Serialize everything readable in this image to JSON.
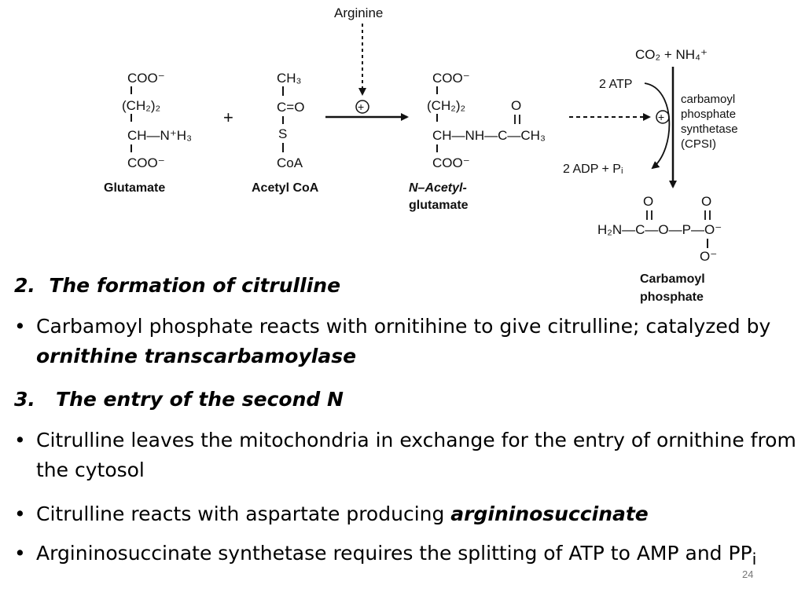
{
  "diagram": {
    "arginine": "Arginine",
    "glutamate": {
      "coo_top": "COO⁻",
      "ch2": "(CH₂)₂",
      "ch_nh3": "CH—N⁺H₃",
      "coo_bot": "COO⁻",
      "name": "Glutamate"
    },
    "plus": "+",
    "acetyl_coa": {
      "ch3": "CH₃",
      "c_o": "C=O",
      "s": "S",
      "coa": "CoA",
      "name": "Acetyl CoA"
    },
    "activator": "+",
    "nag": {
      "coo_top": "COO⁻",
      "ch2": "(CH₂)₂",
      "o": "O",
      "chain": "CH—NH—C—CH₃",
      "coo_bot": "COO⁻",
      "name_line1": "N–Acetyl-",
      "name_line2": "glutamate"
    },
    "co2_nh4": "CO₂ + NH₄⁺",
    "atp": "2 ATP",
    "adp": "2 ADP + Pᵢ",
    "enzyme": [
      "carbamoyl",
      "phosphate",
      "synthetase",
      "(CPSI)"
    ],
    "cp": {
      "o1": "O",
      "o2": "O",
      "formula": "H₂N—C—O—P—O⁻",
      "o_bottom": "O⁻",
      "name_line1": "Carbamoyl",
      "name_line2": "phosphate"
    }
  },
  "text": {
    "h2_num": "2.",
    "h2_title": "The formation of citrulline",
    "b1_text": "Carbamoyl phosphate reacts with ornitihine to give citrulline; catalyzed by ",
    "b1_enzyme": "ornithine transcarbamoylase",
    "h3_num": "3.",
    "h3_title": "The entry of the second N",
    "b2_text": "Citrulline leaves the mitochondria in exchange for the entry of ornithine from the cytosol",
    "b3_text": "Citrulline reacts with aspartate producing ",
    "b3_product": "argininosuccinate",
    "b4_text": "Argininosuccinate  synthetase requires the splitting of ATP to AMP and PP",
    "b4_sub": "i"
  },
  "page_number": "24"
}
